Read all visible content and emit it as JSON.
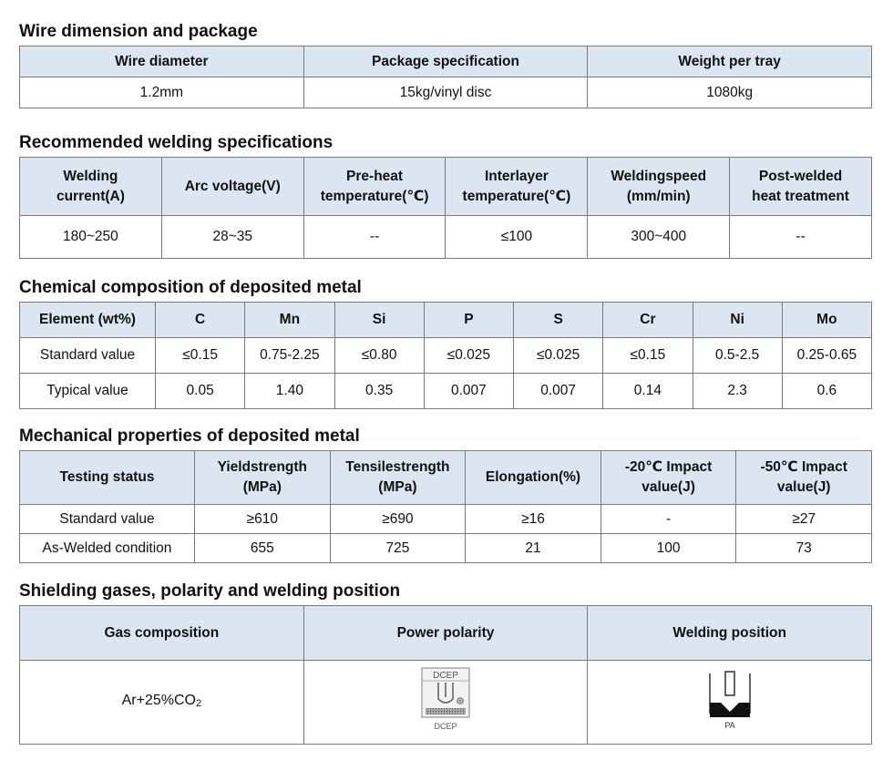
{
  "sections": {
    "wire": {
      "title": "Wire dimension and package",
      "headers": [
        "Wire diameter",
        "Package specification",
        "Weight per tray"
      ],
      "rows": [
        [
          "1.2mm",
          "15kg/vinyl disc",
          "1080kg"
        ]
      ]
    },
    "welding": {
      "title": "Recommended welding specifications",
      "headers": [
        [
          "Welding",
          "current(A)"
        ],
        [
          "Arc voltage(V)"
        ],
        [
          "Pre-heat",
          "temperature(℃)"
        ],
        [
          "Interlayer",
          "temperature(℃)"
        ],
        [
          "Weldingspeed",
          "(mm/min)"
        ],
        [
          "Post-welded",
          "heat treatment"
        ]
      ],
      "rows": [
        [
          "180~250",
          "28~35",
          "--",
          "≤100",
          "300~400",
          "--"
        ]
      ]
    },
    "chemical": {
      "title": "Chemical composition of deposited metal",
      "headers": [
        "Element (wt%)",
        "C",
        "Mn",
        "Si",
        "P",
        "S",
        "Cr",
        "Ni",
        "Mo"
      ],
      "rows": [
        [
          "Standard value",
          "≤0.15",
          "0.75-2.25",
          "≤0.80",
          "≤0.025",
          "≤0.025",
          "≤0.15",
          "0.5-2.5",
          "0.25-0.65"
        ],
        [
          "Typical value",
          "0.05",
          "1.40",
          "0.35",
          "0.007",
          "0.007",
          "0.14",
          "2.3",
          "0.6"
        ]
      ]
    },
    "mechanical": {
      "title": "Mechanical properties of deposited metal",
      "headers": [
        [
          "Testing status"
        ],
        [
          "Yieldstrength",
          "(MPa)"
        ],
        [
          "Tensilestrength",
          "(MPa)"
        ],
        [
          "Elongation(%)"
        ],
        [
          "-20℃  Impact",
          "value(J)"
        ],
        [
          "-50℃  Impact",
          "value(J)"
        ]
      ],
      "rows": [
        [
          "Standard value",
          "≥610",
          "≥690",
          "≥16",
          "-",
          "≥27"
        ],
        [
          "As-Welded condition",
          "655",
          "725",
          "21",
          "100",
          "73"
        ]
      ]
    },
    "shielding": {
      "title": "Shielding gases, polarity and welding position",
      "headers": [
        "Gas composition",
        "Power polarity",
        "Welding position"
      ],
      "gas_main": "Ar+25%CO",
      "gas_sub": "2",
      "polarity_icon": "dcep-polarity-icon",
      "polarity_badge": "DCEP",
      "polarity_caption": "DCEP",
      "position_icon": "flat-welding-position-icon",
      "position_caption": "PA"
    }
  }
}
